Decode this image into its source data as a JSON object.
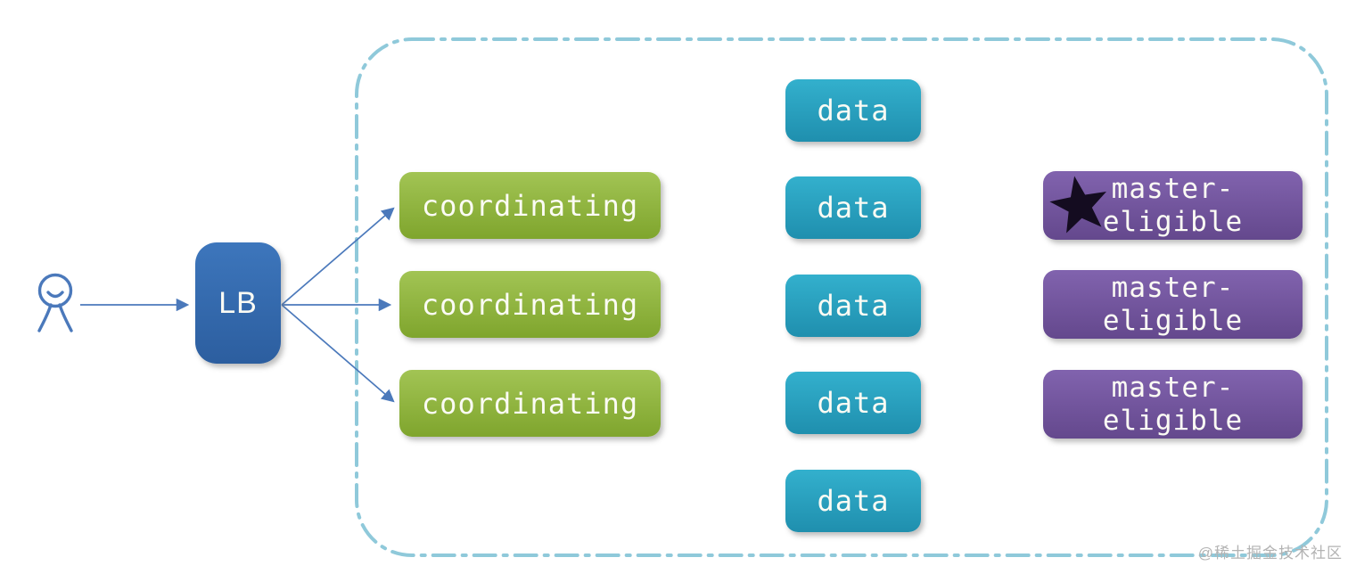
{
  "client": {
    "icon": "person-icon",
    "color": "#4b79bb"
  },
  "load_balancer": {
    "label": "LB",
    "color_top": "#3d76bc",
    "color_bottom": "#2c5e9f"
  },
  "arrows": {
    "color": "#4b79bb",
    "connections": [
      "client -> load_balancer",
      "load_balancer -> coordinating_1",
      "load_balancer -> coordinating_2",
      "load_balancer -> coordinating_3"
    ]
  },
  "cluster": {
    "border_color": "#8fc9da",
    "border_style": "dash-dot rounded rectangle",
    "colors": {
      "coordinating": "#8db73e",
      "data": "#29a0bd",
      "master_eligible": "#74569e",
      "star": "#140c20"
    },
    "coordinating_nodes": [
      {
        "label": "coordinating"
      },
      {
        "label": "coordinating"
      },
      {
        "label": "coordinating"
      }
    ],
    "data_nodes": [
      {
        "label": "data"
      },
      {
        "label": "data"
      },
      {
        "label": "data"
      },
      {
        "label": "data"
      },
      {
        "label": "data"
      }
    ],
    "master_eligible_nodes": [
      {
        "line1": "master-",
        "line2": "eligible",
        "starred": true,
        "icon": "star-icon"
      },
      {
        "line1": "master-",
        "line2": "eligible",
        "starred": false
      },
      {
        "line1": "master-",
        "line2": "eligible",
        "starred": false
      }
    ]
  },
  "watermark": {
    "text": "@稀土掘金技术社区",
    "color": "#b3b3b3"
  }
}
